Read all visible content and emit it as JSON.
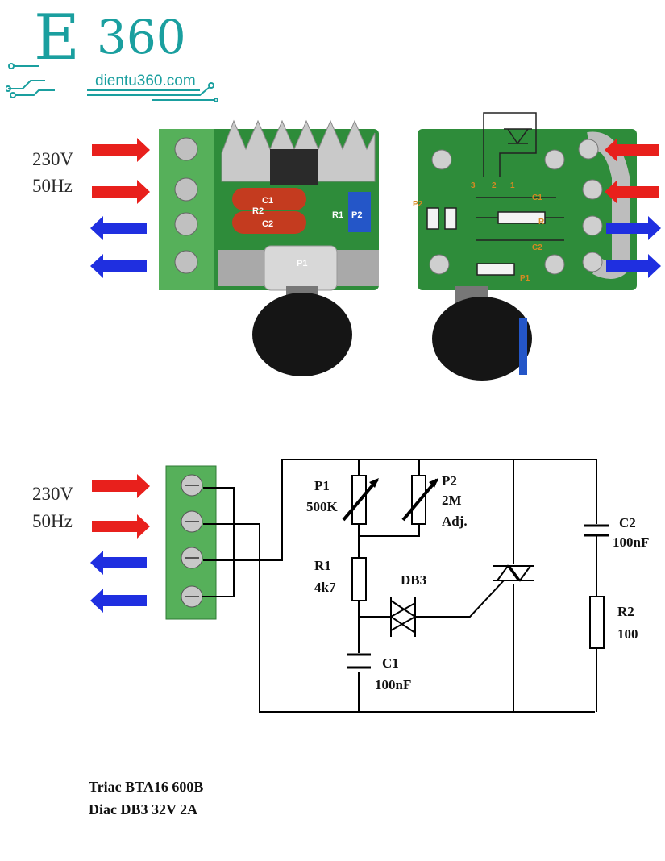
{
  "logo": {
    "mark": "E",
    "number": "360",
    "url": "dientu360.com"
  },
  "top": {
    "voltage": "230V",
    "frequency": "50Hz",
    "front_labels": {
      "c1": "C1",
      "r2": "R2",
      "c2": "C2",
      "r1": "R1",
      "p2": "P2",
      "p1": "P1"
    },
    "back_labels": {
      "p2": "P2",
      "t3": "3",
      "t2": "2",
      "t1": "1",
      "c1": "C1",
      "r": "R",
      "c2": "C2",
      "p1": "P1"
    }
  },
  "bottom": {
    "voltage": "230V",
    "frequency": "50Hz"
  },
  "schematic": {
    "p1_name": "P1",
    "p1_value": "500K",
    "p2_name": "P2",
    "p2_value": "2M",
    "p2_note": "Adj.",
    "r1_name": "R1",
    "r1_value": "4k7",
    "db3_name": "DB3",
    "c1_name": "C1",
    "c1_value": "100nF",
    "c2_name": "C2",
    "c2_value": "100nF",
    "r2_name": "R2",
    "r2_value": "100"
  },
  "notes": {
    "triac": "Triac BTA16  600B",
    "diac": "Diac DB3   32V 2A"
  },
  "colors": {
    "brand": "#1a9f9f",
    "arrow_in": "#e8201c",
    "arrow_out": "#1f2fe0",
    "pcb": "#2e8c3a",
    "terminal": "#56b05a"
  }
}
